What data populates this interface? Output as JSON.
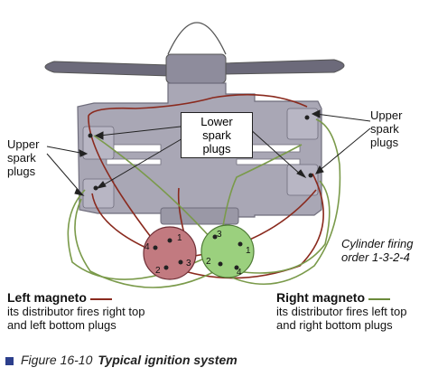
{
  "labels": {
    "lower_spark_plugs": [
      "Lower",
      "spark",
      "plugs"
    ],
    "upper_left": [
      "Upper",
      "spark",
      "plugs"
    ],
    "upper_right": [
      "Upper",
      "spark",
      "plugs"
    ],
    "firing_order": [
      "Cylinder firing",
      "order 1-3-2-4"
    ]
  },
  "left_magneto": {
    "title": "Left magneto",
    "description": [
      "its distributor fires right top",
      "and left bottom plugs"
    ],
    "color": "#8a2a1e",
    "terminals": [
      "4",
      "1",
      "3",
      "2"
    ]
  },
  "right_magneto": {
    "title": "Right magneto",
    "description": [
      "its distributor fires left top",
      "and right bottom plugs"
    ],
    "color": "#6b8a3a",
    "terminals": [
      "3",
      "1",
      "2",
      "4"
    ]
  },
  "caption": {
    "figure": "Figure 16-10",
    "title": "Typical ignition system"
  },
  "colors": {
    "engine": "#a9a7b5",
    "engine_outline": "#6f6d7c",
    "red_wire": "#8a2a1e",
    "green_wire": "#7a9a4a",
    "caption_square": "#2c3f8c"
  }
}
